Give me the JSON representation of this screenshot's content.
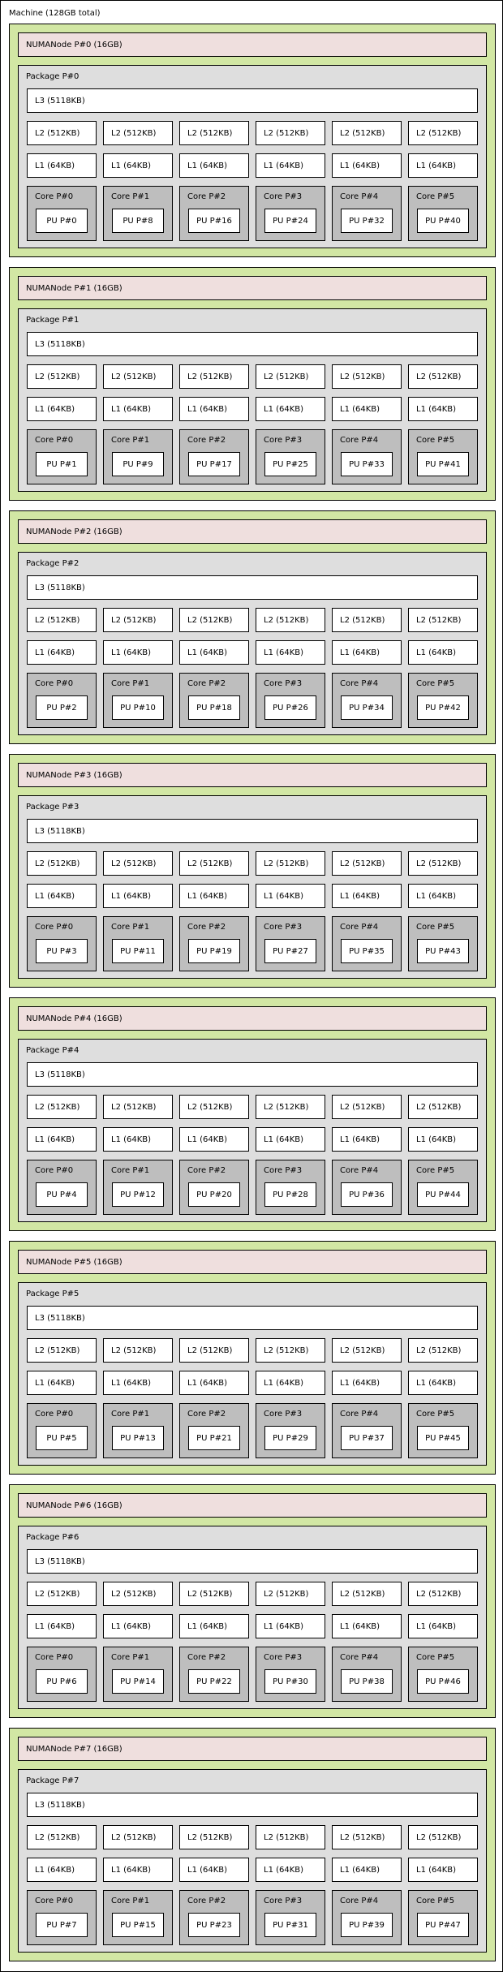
{
  "machine": {
    "label": "Machine (128GB total)",
    "colors": {
      "machine": "#ffffff",
      "numa_node": "#d2e7a4",
      "numa_title": "#efdfde",
      "package": "#dedede",
      "cache": "#ffffff",
      "core": "#bebebe",
      "pu": "#ffffff"
    },
    "numa_nodes": [
      {
        "label": "NUMANode P#0 (16GB)",
        "package": "Package P#0",
        "l3": "L3 (5118KB)",
        "l2": [
          "L2 (512KB)",
          "L2 (512KB)",
          "L2 (512KB)",
          "L2 (512KB)",
          "L2 (512KB)",
          "L2 (512KB)"
        ],
        "l1": [
          "L1 (64KB)",
          "L1 (64KB)",
          "L1 (64KB)",
          "L1 (64KB)",
          "L1 (64KB)",
          "L1 (64KB)"
        ],
        "cores": [
          {
            "label": "Core P#0",
            "pu": "PU P#0"
          },
          {
            "label": "Core P#1",
            "pu": "PU P#8"
          },
          {
            "label": "Core P#2",
            "pu": "PU P#16"
          },
          {
            "label": "Core P#3",
            "pu": "PU P#24"
          },
          {
            "label": "Core P#4",
            "pu": "PU P#32"
          },
          {
            "label": "Core P#5",
            "pu": "PU P#40"
          }
        ]
      },
      {
        "label": "NUMANode P#1 (16GB)",
        "package": "Package P#1",
        "l3": "L3 (5118KB)",
        "l2": [
          "L2 (512KB)",
          "L2 (512KB)",
          "L2 (512KB)",
          "L2 (512KB)",
          "L2 (512KB)",
          "L2 (512KB)"
        ],
        "l1": [
          "L1 (64KB)",
          "L1 (64KB)",
          "L1 (64KB)",
          "L1 (64KB)",
          "L1 (64KB)",
          "L1 (64KB)"
        ],
        "cores": [
          {
            "label": "Core P#0",
            "pu": "PU P#1"
          },
          {
            "label": "Core P#1",
            "pu": "PU P#9"
          },
          {
            "label": "Core P#2",
            "pu": "PU P#17"
          },
          {
            "label": "Core P#3",
            "pu": "PU P#25"
          },
          {
            "label": "Core P#4",
            "pu": "PU P#33"
          },
          {
            "label": "Core P#5",
            "pu": "PU P#41"
          }
        ]
      },
      {
        "label": "NUMANode P#2 (16GB)",
        "package": "Package P#2",
        "l3": "L3 (5118KB)",
        "l2": [
          "L2 (512KB)",
          "L2 (512KB)",
          "L2 (512KB)",
          "L2 (512KB)",
          "L2 (512KB)",
          "L2 (512KB)"
        ],
        "l1": [
          "L1 (64KB)",
          "L1 (64KB)",
          "L1 (64KB)",
          "L1 (64KB)",
          "L1 (64KB)",
          "L1 (64KB)"
        ],
        "cores": [
          {
            "label": "Core P#0",
            "pu": "PU P#2"
          },
          {
            "label": "Core P#1",
            "pu": "PU P#10"
          },
          {
            "label": "Core P#2",
            "pu": "PU P#18"
          },
          {
            "label": "Core P#3",
            "pu": "PU P#26"
          },
          {
            "label": "Core P#4",
            "pu": "PU P#34"
          },
          {
            "label": "Core P#5",
            "pu": "PU P#42"
          }
        ]
      },
      {
        "label": "NUMANode P#3 (16GB)",
        "package": "Package P#3",
        "l3": "L3 (5118KB)",
        "l2": [
          "L2 (512KB)",
          "L2 (512KB)",
          "L2 (512KB)",
          "L2 (512KB)",
          "L2 (512KB)",
          "L2 (512KB)"
        ],
        "l1": [
          "L1 (64KB)",
          "L1 (64KB)",
          "L1 (64KB)",
          "L1 (64KB)",
          "L1 (64KB)",
          "L1 (64KB)"
        ],
        "cores": [
          {
            "label": "Core P#0",
            "pu": "PU P#3"
          },
          {
            "label": "Core P#1",
            "pu": "PU P#11"
          },
          {
            "label": "Core P#2",
            "pu": "PU P#19"
          },
          {
            "label": "Core P#3",
            "pu": "PU P#27"
          },
          {
            "label": "Core P#4",
            "pu": "PU P#35"
          },
          {
            "label": "Core P#5",
            "pu": "PU P#43"
          }
        ]
      },
      {
        "label": "NUMANode P#4 (16GB)",
        "package": "Package P#4",
        "l3": "L3 (5118KB)",
        "l2": [
          "L2 (512KB)",
          "L2 (512KB)",
          "L2 (512KB)",
          "L2 (512KB)",
          "L2 (512KB)",
          "L2 (512KB)"
        ],
        "l1": [
          "L1 (64KB)",
          "L1 (64KB)",
          "L1 (64KB)",
          "L1 (64KB)",
          "L1 (64KB)",
          "L1 (64KB)"
        ],
        "cores": [
          {
            "label": "Core P#0",
            "pu": "PU P#4"
          },
          {
            "label": "Core P#1",
            "pu": "PU P#12"
          },
          {
            "label": "Core P#2",
            "pu": "PU P#20"
          },
          {
            "label": "Core P#3",
            "pu": "PU P#28"
          },
          {
            "label": "Core P#4",
            "pu": "PU P#36"
          },
          {
            "label": "Core P#5",
            "pu": "PU P#44"
          }
        ]
      },
      {
        "label": "NUMANode P#5 (16GB)",
        "package": "Package P#5",
        "l3": "L3 (5118KB)",
        "l2": [
          "L2 (512KB)",
          "L2 (512KB)",
          "L2 (512KB)",
          "L2 (512KB)",
          "L2 (512KB)",
          "L2 (512KB)"
        ],
        "l1": [
          "L1 (64KB)",
          "L1 (64KB)",
          "L1 (64KB)",
          "L1 (64KB)",
          "L1 (64KB)",
          "L1 (64KB)"
        ],
        "cores": [
          {
            "label": "Core P#0",
            "pu": "PU P#5"
          },
          {
            "label": "Core P#1",
            "pu": "PU P#13"
          },
          {
            "label": "Core P#2",
            "pu": "PU P#21"
          },
          {
            "label": "Core P#3",
            "pu": "PU P#29"
          },
          {
            "label": "Core P#4",
            "pu": "PU P#37"
          },
          {
            "label": "Core P#5",
            "pu": "PU P#45"
          }
        ]
      },
      {
        "label": "NUMANode P#6 (16GB)",
        "package": "Package P#6",
        "l3": "L3 (5118KB)",
        "l2": [
          "L2 (512KB)",
          "L2 (512KB)",
          "L2 (512KB)",
          "L2 (512KB)",
          "L2 (512KB)",
          "L2 (512KB)"
        ],
        "l1": [
          "L1 (64KB)",
          "L1 (64KB)",
          "L1 (64KB)",
          "L1 (64KB)",
          "L1 (64KB)",
          "L1 (64KB)"
        ],
        "cores": [
          {
            "label": "Core P#0",
            "pu": "PU P#6"
          },
          {
            "label": "Core P#1",
            "pu": "PU P#14"
          },
          {
            "label": "Core P#2",
            "pu": "PU P#22"
          },
          {
            "label": "Core P#3",
            "pu": "PU P#30"
          },
          {
            "label": "Core P#4",
            "pu": "PU P#38"
          },
          {
            "label": "Core P#5",
            "pu": "PU P#46"
          }
        ]
      },
      {
        "label": "NUMANode P#7 (16GB)",
        "package": "Package P#7",
        "l3": "L3 (5118KB)",
        "l2": [
          "L2 (512KB)",
          "L2 (512KB)",
          "L2 (512KB)",
          "L2 (512KB)",
          "L2 (512KB)",
          "L2 (512KB)"
        ],
        "l1": [
          "L1 (64KB)",
          "L1 (64KB)",
          "L1 (64KB)",
          "L1 (64KB)",
          "L1 (64KB)",
          "L1 (64KB)"
        ],
        "cores": [
          {
            "label": "Core P#0",
            "pu": "PU P#7"
          },
          {
            "label": "Core P#1",
            "pu": "PU P#15"
          },
          {
            "label": "Core P#2",
            "pu": "PU P#23"
          },
          {
            "label": "Core P#3",
            "pu": "PU P#31"
          },
          {
            "label": "Core P#4",
            "pu": "PU P#39"
          },
          {
            "label": "Core P#5",
            "pu": "PU P#47"
          }
        ]
      }
    ]
  }
}
